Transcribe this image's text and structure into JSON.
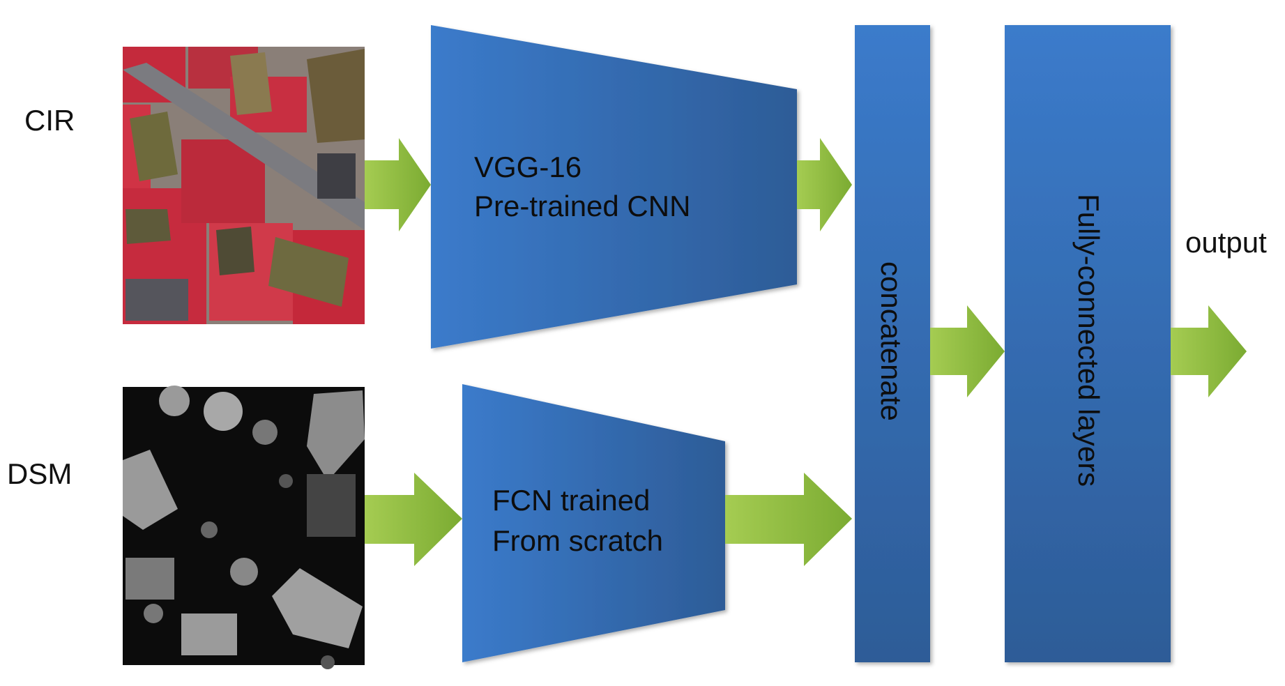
{
  "inputs": {
    "cir_label": "CIR",
    "dsm_label": "DSM"
  },
  "blocks": {
    "vgg": {
      "line1": "VGG-16",
      "line2": "Pre-trained CNN"
    },
    "fcn": {
      "line1": "FCN trained",
      "line2": "From scratch"
    },
    "concat_label": "concatenate",
    "fc_label": "Fully-connected layers"
  },
  "output_label": "output",
  "colors": {
    "block_light": "#3b7bcb",
    "block_dark": "#2d5c97",
    "arrow_light": "#a5cc52",
    "arrow_dark": "#7bab32",
    "cir_red": "#d02a3d",
    "dsm_gray": "#8a8a8a"
  }
}
